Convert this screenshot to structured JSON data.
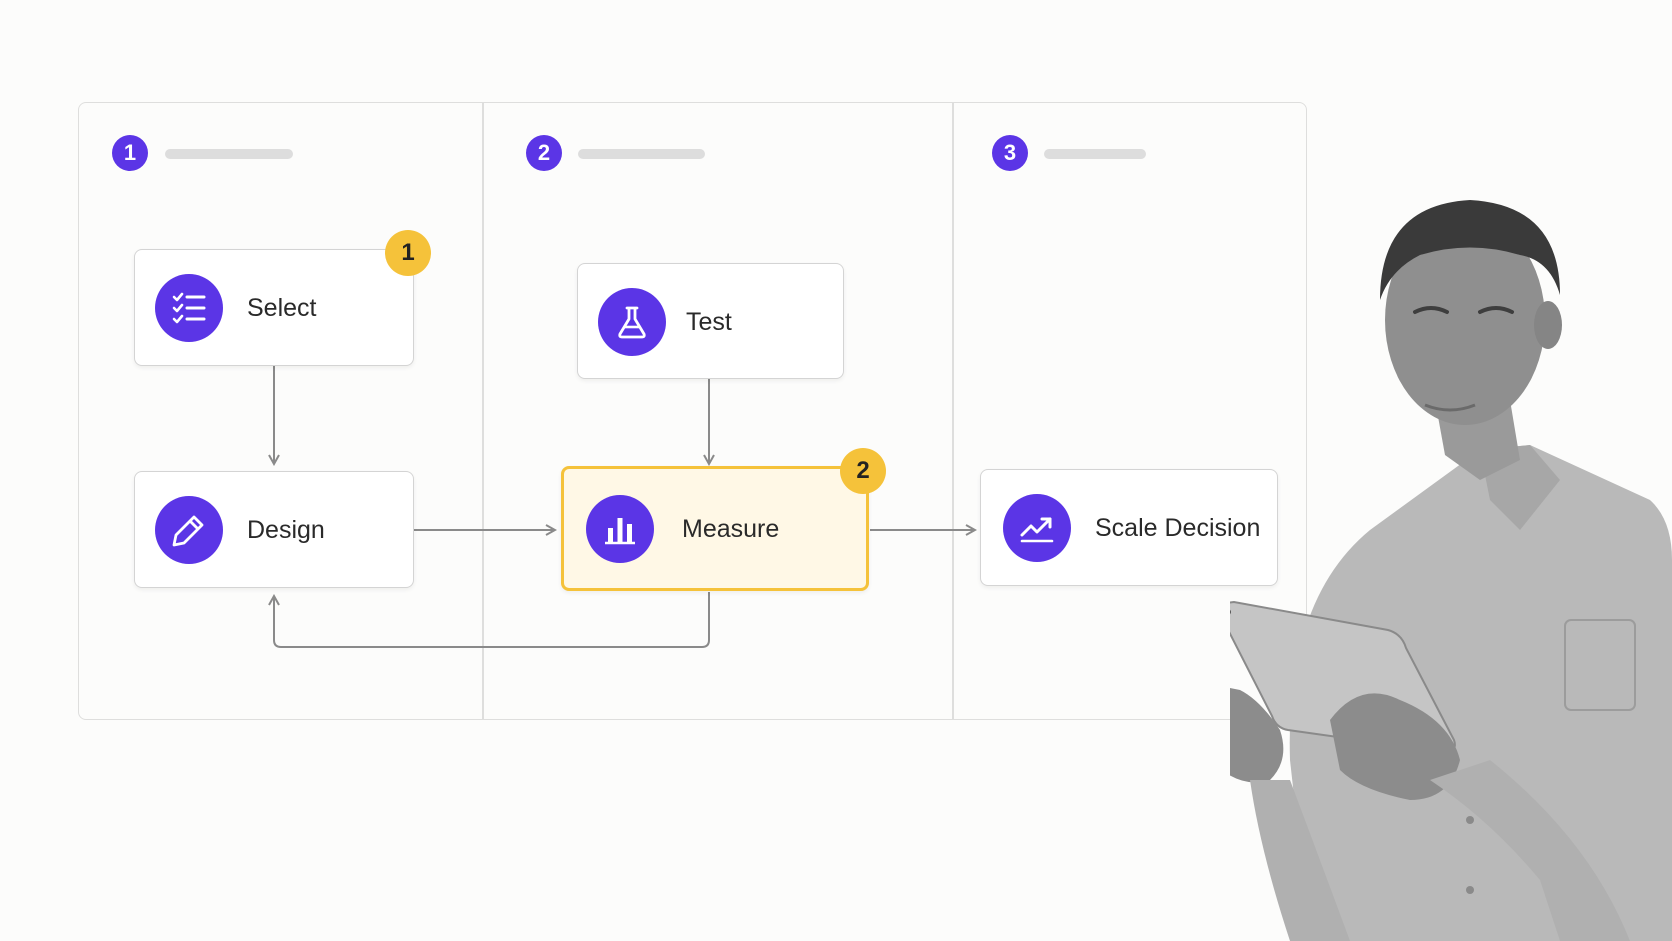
{
  "columns": [
    {
      "step": "1"
    },
    {
      "step": "2"
    },
    {
      "step": "3"
    }
  ],
  "nodes": {
    "select": {
      "label": "Select",
      "icon": "checklist-icon"
    },
    "design": {
      "label": "Design",
      "icon": "pencil-icon"
    },
    "test": {
      "label": "Test",
      "icon": "flask-icon"
    },
    "measure": {
      "label": "Measure",
      "icon": "bar-chart-icon"
    },
    "scale": {
      "label": "Scale Decision",
      "icon": "trend-up-icon"
    }
  },
  "markers": {
    "first": "1",
    "second": "2"
  },
  "colors": {
    "accent": "#5b35e6",
    "highlight": "#f5c23a",
    "highlight_bg": "#fff8e6"
  }
}
